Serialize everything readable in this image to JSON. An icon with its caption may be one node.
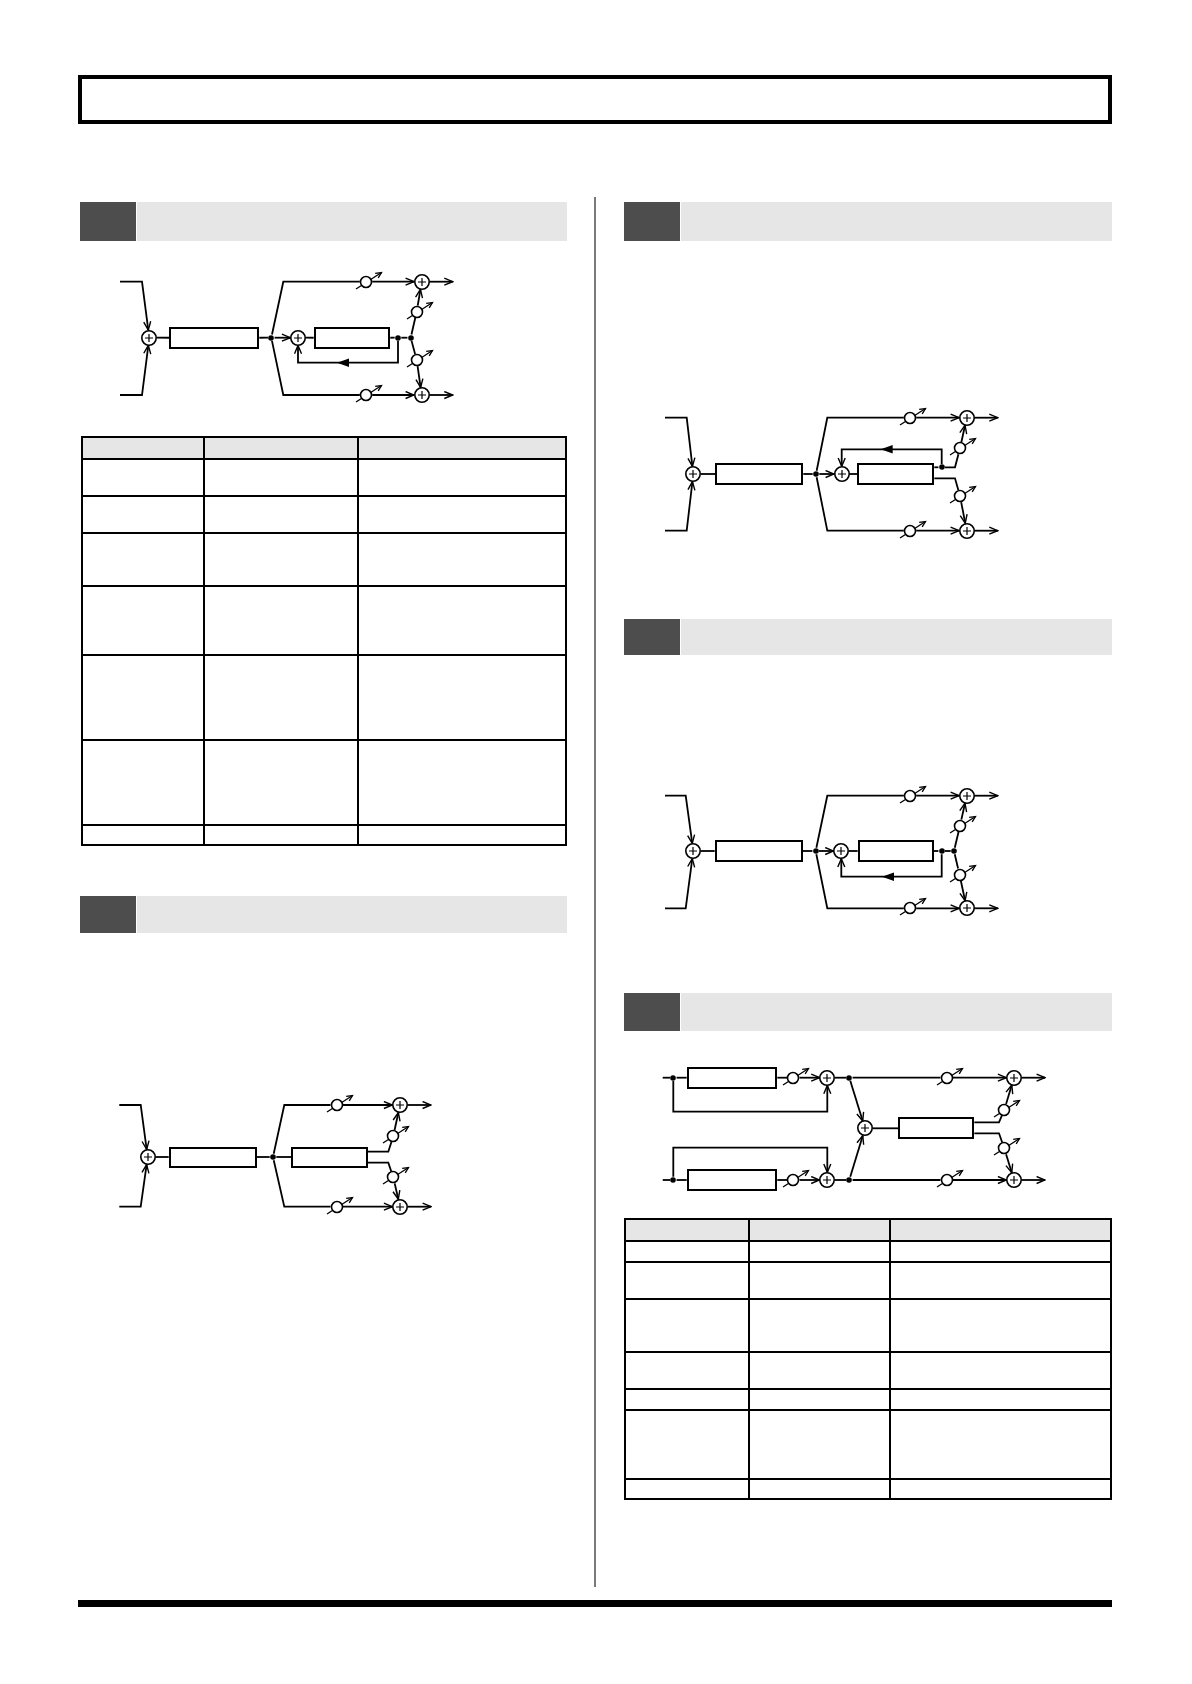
{
  "diagram": {
    "nodes": [
      {
        "text": [],
        "shape": "bar"
      },
      {
        "text": [],
        "shape": "circle"
      },
      {
        "text": [],
        "shape": "box"
      },
      {
        "text": [],
        "shape": "dot"
      },
      {
        "text": [],
        "shape": "dial"
      },
      {
        "text": [],
        "shape": "circle"
      },
      {
        "text": [],
        "shape": "circle"
      },
      {
        "text": [],
        "shape": "box"
      },
      {
        "text": [],
        "shape": "dot"
      },
      {
        "text": [],
        "shape": "dot"
      },
      {
        "text": [],
        "shape": "dial"
      },
      {
        "text": [],
        "shape": "dial"
      },
      {
        "text": [],
        "shape": "dial"
      },
      {
        "text": [],
        "shape": "circle"
      },
      {
        "text": [],
        "shape": "bar"
      },
      {
        "text": [],
        "shape": "circle"
      },
      {
        "text": [],
        "shape": "box"
      },
      {
        "text": [],
        "shape": "dot"
      },
      {
        "text": [],
        "shape": "dial"
      },
      {
        "text": [],
        "shape": "circle"
      },
      {
        "text": [],
        "shape": "box"
      },
      {
        "text": [],
        "shape": "dial"
      },
      {
        "text": [],
        "shape": "dial"
      },
      {
        "text": [],
        "shape": "dial"
      },
      {
        "text": [],
        "shape": "circle"
      },
      {
        "text": [],
        "shape": "bar"
      },
      {
        "text": [],
        "shape": "circle"
      },
      {
        "text": [],
        "shape": "box"
      },
      {
        "text": [],
        "shape": "dot"
      },
      {
        "text": [],
        "shape": "dial"
      },
      {
        "text": [],
        "shape": "circle"
      },
      {
        "text": [],
        "shape": "circle"
      },
      {
        "text": [],
        "shape": "box"
      },
      {
        "text": [],
        "shape": "dot"
      },
      {
        "text": [],
        "shape": "dial"
      },
      {
        "text": [],
        "shape": "dial"
      },
      {
        "text": [],
        "shape": "dial"
      },
      {
        "text": [],
        "shape": "circle"
      },
      {
        "text": [],
        "shape": "bar"
      },
      {
        "text": [],
        "shape": "circle"
      },
      {
        "text": [],
        "shape": "box"
      },
      {
        "text": [],
        "shape": "dot"
      },
      {
        "text": [],
        "shape": "dial"
      },
      {
        "text": [],
        "shape": "circle"
      },
      {
        "text": [],
        "shape": "circle"
      },
      {
        "text": [],
        "shape": "box"
      },
      {
        "text": [],
        "shape": "dot"
      },
      {
        "text": [],
        "shape": "dot"
      },
      {
        "text": [],
        "shape": "dial"
      },
      {
        "text": [],
        "shape": "dial"
      },
      {
        "text": [],
        "shape": "dial"
      },
      {
        "text": [],
        "shape": "circle"
      },
      {
        "text": [],
        "shape": "bar"
      },
      {
        "text": [],
        "shape": "dot"
      },
      {
        "text": [],
        "shape": "box"
      },
      {
        "text": [],
        "shape": "dial"
      },
      {
        "text": [],
        "shape": "circle"
      },
      {
        "text": [],
        "shape": "dot"
      },
      {
        "text": [],
        "shape": "dial"
      },
      {
        "text": [],
        "shape": "circle"
      },
      {
        "text": [],
        "shape": "circle"
      },
      {
        "text": [],
        "shape": "box"
      },
      {
        "text": [],
        "shape": "dial"
      },
      {
        "text": [],
        "shape": "dial"
      },
      {
        "text": [],
        "shape": "dot"
      },
      {
        "text": [],
        "shape": "box"
      },
      {
        "text": [],
        "shape": "dial"
      },
      {
        "text": [],
        "shape": "circle"
      },
      {
        "text": [],
        "shape": "dot"
      },
      {
        "text": [],
        "shape": "dial"
      },
      {
        "text": [],
        "shape": "circle"
      }
    ],
    "edges": [
      {
        "from": null,
        "to": 1,
        "arrow": "to"
      },
      {
        "from": null,
        "to": 1,
        "arrow": "to"
      },
      {
        "from": 1,
        "to": 2,
        "arrow": "none"
      },
      {
        "from": 2,
        "to": 3,
        "arrow": "none"
      },
      {
        "from": 3,
        "to": 6,
        "arrow": "to"
      },
      {
        "from": 3,
        "to": 4,
        "arrow": "none"
      },
      {
        "from": 4,
        "to": 5,
        "arrow": "to"
      },
      {
        "from": 5,
        "to": null,
        "arrow": "to"
      },
      {
        "from": 3,
        "to": 12,
        "arrow": "none"
      },
      {
        "from": 12,
        "to": 13,
        "arrow": "to"
      },
      {
        "from": 13,
        "to": null,
        "arrow": "to"
      },
      {
        "from": 6,
        "to": 7,
        "arrow": "none"
      },
      {
        "from": 7,
        "to": 8,
        "arrow": "none"
      },
      {
        "from": 8,
        "to": 9,
        "arrow": "none"
      },
      {
        "from": 8,
        "to": 6,
        "arrow": "to"
      },
      {
        "from": 9,
        "to": 10,
        "arrow": "none"
      },
      {
        "from": 10,
        "to": 5,
        "arrow": "to"
      },
      {
        "from": 9,
        "to": 11,
        "arrow": "none"
      },
      {
        "from": 11,
        "to": 13,
        "arrow": "to"
      },
      {
        "from": null,
        "to": 15,
        "arrow": "to"
      },
      {
        "from": null,
        "to": 15,
        "arrow": "to"
      },
      {
        "from": 15,
        "to": 16,
        "arrow": "none"
      },
      {
        "from": 16,
        "to": 17,
        "arrow": "none"
      },
      {
        "from": 17,
        "to": 20,
        "arrow": "none"
      },
      {
        "from": 17,
        "to": 18,
        "arrow": "none"
      },
      {
        "from": 18,
        "to": 19,
        "arrow": "to"
      },
      {
        "from": 19,
        "to": null,
        "arrow": "to"
      },
      {
        "from": 17,
        "to": 23,
        "arrow": "none"
      },
      {
        "from": 23,
        "to": 24,
        "arrow": "to"
      },
      {
        "from": 24,
        "to": null,
        "arrow": "to"
      },
      {
        "from": 20,
        "to": 21,
        "arrow": "none"
      },
      {
        "from": 21,
        "to": 19,
        "arrow": "to"
      },
      {
        "from": 20,
        "to": 22,
        "arrow": "none"
      },
      {
        "from": 22,
        "to": 24,
        "arrow": "to"
      },
      {
        "from": null,
        "to": 26,
        "arrow": "to"
      },
      {
        "from": null,
        "to": 26,
        "arrow": "to"
      },
      {
        "from": 26,
        "to": 27,
        "arrow": "none"
      },
      {
        "from": 27,
        "to": 28,
        "arrow": "none"
      },
      {
        "from": 28,
        "to": 31,
        "arrow": "to"
      },
      {
        "from": 28,
        "to": 29,
        "arrow": "none"
      },
      {
        "from": 29,
        "to": 30,
        "arrow": "to"
      },
      {
        "from": 30,
        "to": null,
        "arrow": "to"
      },
      {
        "from": 28,
        "to": 36,
        "arrow": "none"
      },
      {
        "from": 36,
        "to": 37,
        "arrow": "to"
      },
      {
        "from": 37,
        "to": null,
        "arrow": "to"
      },
      {
        "from": 31,
        "to": 32,
        "arrow": "none"
      },
      {
        "from": 32,
        "to": 33,
        "arrow": "none"
      },
      {
        "from": 33,
        "to": 31,
        "arrow": "to"
      },
      {
        "from": 33,
        "to": 34,
        "arrow": "none"
      },
      {
        "from": 34,
        "to": 30,
        "arrow": "to"
      },
      {
        "from": 32,
        "to": 35,
        "arrow": "none"
      },
      {
        "from": 35,
        "to": 37,
        "arrow": "to"
      },
      {
        "from": null,
        "to": 39,
        "arrow": "to"
      },
      {
        "from": null,
        "to": 39,
        "arrow": "to"
      },
      {
        "from": 39,
        "to": 40,
        "arrow": "none"
      },
      {
        "from": 40,
        "to": 41,
        "arrow": "none"
      },
      {
        "from": 41,
        "to": 44,
        "arrow": "to"
      },
      {
        "from": 41,
        "to": 42,
        "arrow": "none"
      },
      {
        "from": 42,
        "to": 43,
        "arrow": "to"
      },
      {
        "from": 43,
        "to": null,
        "arrow": "to"
      },
      {
        "from": 41,
        "to": 50,
        "arrow": "none"
      },
      {
        "from": 50,
        "to": 51,
        "arrow": "to"
      },
      {
        "from": 51,
        "to": null,
        "arrow": "to"
      },
      {
        "from": 44,
        "to": 45,
        "arrow": "none"
      },
      {
        "from": 45,
        "to": 46,
        "arrow": "none"
      },
      {
        "from": 46,
        "to": 47,
        "arrow": "none"
      },
      {
        "from": 46,
        "to": 44,
        "arrow": "to"
      },
      {
        "from": 47,
        "to": 48,
        "arrow": "none"
      },
      {
        "from": 48,
        "to": 43,
        "arrow": "to"
      },
      {
        "from": 47,
        "to": 49,
        "arrow": "none"
      },
      {
        "from": 49,
        "to": 51,
        "arrow": "to"
      },
      {
        "from": null,
        "to": 53,
        "arrow": "none"
      },
      {
        "from": 53,
        "to": 54,
        "arrow": "none"
      },
      {
        "from": 54,
        "to": 55,
        "arrow": "none"
      },
      {
        "from": 55,
        "to": 56,
        "arrow": "to"
      },
      {
        "from": 53,
        "to": 56,
        "arrow": "to"
      },
      {
        "from": 56,
        "to": 57,
        "arrow": "none"
      },
      {
        "from": 57,
        "to": 58,
        "arrow": "none"
      },
      {
        "from": 58,
        "to": 59,
        "arrow": "to"
      },
      {
        "from": 59,
        "to": null,
        "arrow": "to"
      },
      {
        "from": 57,
        "to": 60,
        "arrow": "to"
      },
      {
        "from": 60,
        "to": 61,
        "arrow": "none"
      },
      {
        "from": 61,
        "to": 62,
        "arrow": "none"
      },
      {
        "from": 62,
        "to": 59,
        "arrow": "to"
      },
      {
        "from": 61,
        "to": 63,
        "arrow": "none"
      },
      {
        "from": 63,
        "to": 70,
        "arrow": "to"
      },
      {
        "from": null,
        "to": 64,
        "arrow": "none"
      },
      {
        "from": 64,
        "to": 65,
        "arrow": "none"
      },
      {
        "from": 65,
        "to": 66,
        "arrow": "none"
      },
      {
        "from": 66,
        "to": 67,
        "arrow": "to"
      },
      {
        "from": 64,
        "to": 67,
        "arrow": "to"
      },
      {
        "from": 67,
        "to": 68,
        "arrow": "none"
      },
      {
        "from": 68,
        "to": 60,
        "arrow": "to"
      },
      {
        "from": 68,
        "to": 69,
        "arrow": "none"
      },
      {
        "from": 69,
        "to": 70,
        "arrow": "to"
      },
      {
        "from": 70,
        "to": null,
        "arrow": "to"
      }
    ]
  }
}
